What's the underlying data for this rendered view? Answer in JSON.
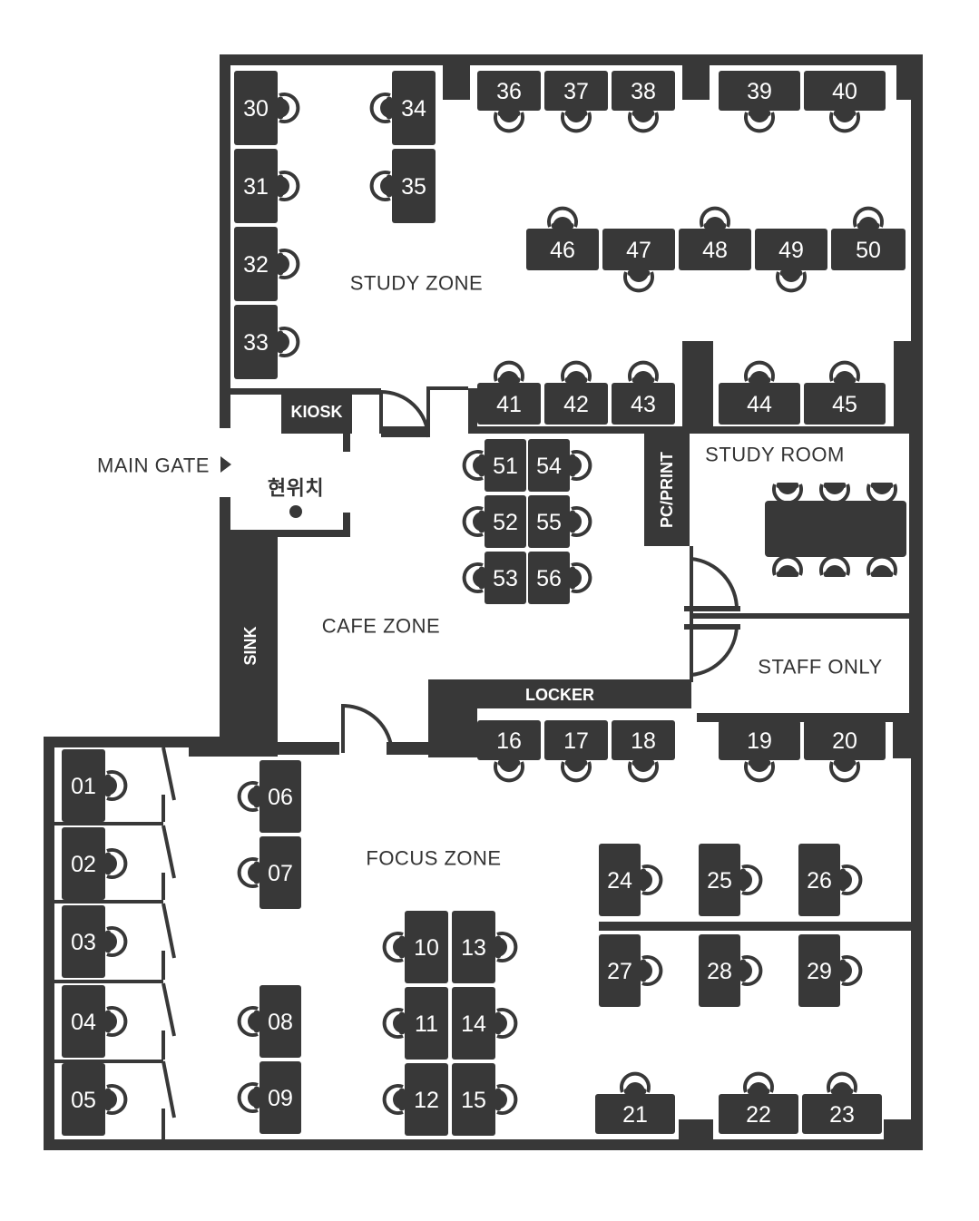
{
  "colors": {
    "wall": "#383838",
    "seat": "#383838",
    "seat_text": "#ffffff",
    "label": "#333333",
    "background": "#ffffff"
  },
  "zones": {
    "study_zone": "STUDY ZONE",
    "cafe_zone": "CAFE ZONE",
    "focus_zone": "FOCUS ZONE",
    "study_room": "STUDY ROOM",
    "staff_only": "STAFF ONLY"
  },
  "fixtures": {
    "kiosk": "KIOSK",
    "sink": "SINK",
    "locker": "LOCKER",
    "pc_print": "PC/PRINT"
  },
  "entrance": {
    "main_gate": "MAIN GATE",
    "current_location": "현위치"
  },
  "icons": {
    "gate_arrow": "triangle-right-icon",
    "location_marker": "dot-icon",
    "chair": "chair-icon",
    "door": "door-swing-icon"
  },
  "seats": [
    "01",
    "02",
    "03",
    "04",
    "05",
    "06",
    "07",
    "08",
    "09",
    "10",
    "11",
    "12",
    "13",
    "14",
    "15",
    "16",
    "17",
    "18",
    "19",
    "20",
    "21",
    "22",
    "23",
    "24",
    "25",
    "26",
    "27",
    "28",
    "29",
    "30",
    "31",
    "32",
    "33",
    "34",
    "35",
    "36",
    "37",
    "38",
    "39",
    "40",
    "41",
    "42",
    "43",
    "44",
    "45",
    "46",
    "47",
    "48",
    "49",
    "50",
    "51",
    "52",
    "53",
    "54",
    "55",
    "56"
  ]
}
